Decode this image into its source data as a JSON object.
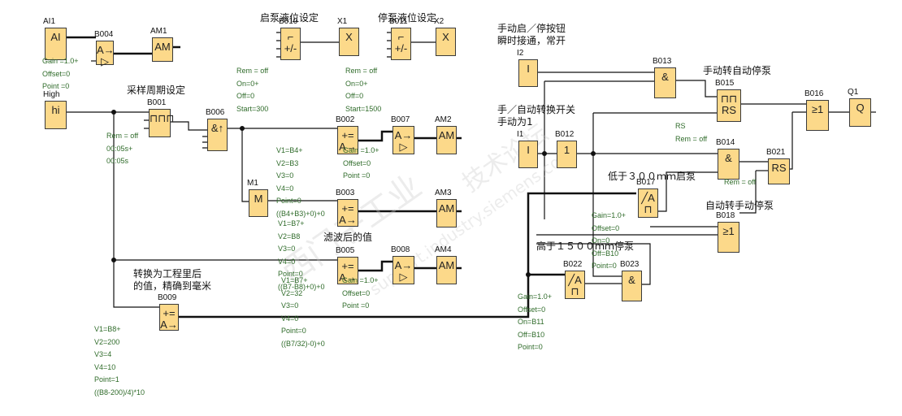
{
  "diagram": {
    "title": "LOGO! function block diagram - pump level control",
    "notes": [
      {
        "id": "n_start_level",
        "text": "启泵液位设定"
      },
      {
        "id": "n_stop_level",
        "text": "停泵液位设定"
      },
      {
        "id": "n_sample_period",
        "text": "采样周期设定"
      },
      {
        "id": "n_manual_btn",
        "text": "手动启／停按钮\n瞬时接通，常开"
      },
      {
        "id": "n_mode_switch",
        "text": "手／自动转换开关\n手动为1"
      },
      {
        "id": "n_manual_to_auto",
        "text": "手动转自动停泵"
      },
      {
        "id": "n_low_300",
        "text": "低于３００ｍｍ启泵"
      },
      {
        "id": "n_auto_to_manual",
        "text": "自动转手动停泵"
      },
      {
        "id": "n_high_1500",
        "text": "高于１５００ｍｍ停泵"
      },
      {
        "id": "n_filtered",
        "text": "滤波后的值"
      },
      {
        "id": "n_convert",
        "text": "转换为工程里后\n的值，精确到毫米"
      }
    ],
    "blocks": [
      {
        "id": "AI1",
        "label": "AI1",
        "symbol": "AI"
      },
      {
        "id": "B004",
        "label": "B004",
        "symbol": "A→\n▷"
      },
      {
        "id": "AM1",
        "label": "AM1",
        "symbol": "AM"
      },
      {
        "id": "B010",
        "label": "B010",
        "symbol": "⌐\n+/-"
      },
      {
        "id": "X1",
        "label": "X1",
        "symbol": "X"
      },
      {
        "id": "B011",
        "label": "B011",
        "symbol": "⌐\n+/-"
      },
      {
        "id": "X2",
        "label": "X2",
        "symbol": "X"
      },
      {
        "id": "High",
        "label": "High",
        "symbol": "hi"
      },
      {
        "id": "B001",
        "label": "B001",
        "symbol": "⊓⊓⊓"
      },
      {
        "id": "B006",
        "label": "B006",
        "symbol": "&↑"
      },
      {
        "id": "B002",
        "label": "B002",
        "symbol": "+=\nA→"
      },
      {
        "id": "B007",
        "label": "B007",
        "symbol": "A→\n▷"
      },
      {
        "id": "AM2",
        "label": "AM2",
        "symbol": "AM"
      },
      {
        "id": "M1",
        "label": "M1",
        "symbol": "M"
      },
      {
        "id": "B003",
        "label": "B003",
        "symbol": "+=\nA→"
      },
      {
        "id": "AM3",
        "label": "AM3",
        "symbol": "AM"
      },
      {
        "id": "B005",
        "label": "B005",
        "symbol": "+=\nA→"
      },
      {
        "id": "B008",
        "label": "B008",
        "symbol": "A→\n▷"
      },
      {
        "id": "AM4",
        "label": "AM4",
        "symbol": "AM"
      },
      {
        "id": "B009",
        "label": "B009",
        "symbol": "+=\nA→"
      },
      {
        "id": "I2",
        "label": "I2",
        "symbol": "I"
      },
      {
        "id": "B013",
        "label": "B013",
        "symbol": "&"
      },
      {
        "id": "B015",
        "label": "B015",
        "symbol": "⊓⊓\nRS"
      },
      {
        "id": "B016",
        "label": "B016",
        "symbol": "≥1"
      },
      {
        "id": "Q1",
        "label": "Q1",
        "symbol": "Q"
      },
      {
        "id": "I1",
        "label": "I1",
        "symbol": "I"
      },
      {
        "id": "B012",
        "label": "B012",
        "symbol": "1"
      },
      {
        "id": "B014",
        "label": "B014",
        "symbol": "&"
      },
      {
        "id": "B021",
        "label": "B021",
        "symbol": "RS"
      },
      {
        "id": "B017",
        "label": "B017",
        "symbol": "╱A\n⊓"
      },
      {
        "id": "B018",
        "label": "B018",
        "symbol": "≥1"
      },
      {
        "id": "B022",
        "label": "B022",
        "symbol": "╱A\n⊓"
      },
      {
        "id": "B023",
        "label": "B023",
        "symbol": "&"
      }
    ],
    "params": [
      {
        "id": "p_B004",
        "text": "Gain =1.0+\nOffset=0\nPoint =0"
      },
      {
        "id": "p_B010",
        "text": "Rem = off\nOn=0+\nOff=0\nStart=300"
      },
      {
        "id": "p_B011",
        "text": "Rem = off\nOn=0+\nOff=0\nStart=1500"
      },
      {
        "id": "p_B001",
        "text": "Rem = off\n00:05s+\n00:05s"
      },
      {
        "id": "p_B002",
        "text": "V1=B4+\nV2=B3\nV3=0\nV4=0\nPoint=0\n((B4+B3)+0)+0"
      },
      {
        "id": "p_B007",
        "text": "Gain =1.0+\nOffset=0\nPoint =0"
      },
      {
        "id": "p_B003",
        "text": "V1=B7+\nV2=B8\nV3=0\nV4=0\nPoint=0\n((B7-B8)+0)+0"
      },
      {
        "id": "p_B008",
        "text": "Gain =1.0+\nOffset=0\nPoint =0"
      },
      {
        "id": "p_B005",
        "text": "V1=B7+\nV2=32\nV3=0\nV4=0\nPoint=0\n((B7/32)-0)+0"
      },
      {
        "id": "p_B009",
        "text": "V1=B8+\nV2=200\nV3=4\nV4=10\nPoint=1\n((B8-200)/4)*10"
      },
      {
        "id": "p_B015",
        "text": "RS\nRem = off"
      },
      {
        "id": "p_B014",
        "text": "Rem = off"
      },
      {
        "id": "p_B017",
        "text": "Gain=1.0+\nOffset=0\nOn=0\nOff=B10\nPoint=0"
      },
      {
        "id": "p_B022",
        "text": "Gain=1.0+\nOffset=0\nOn=B11\nOff=B10\nPoint=0"
      }
    ],
    "watermark": [
      "西门子工业",
      "技术论坛",
      "support.industry.siemens.com"
    ]
  }
}
